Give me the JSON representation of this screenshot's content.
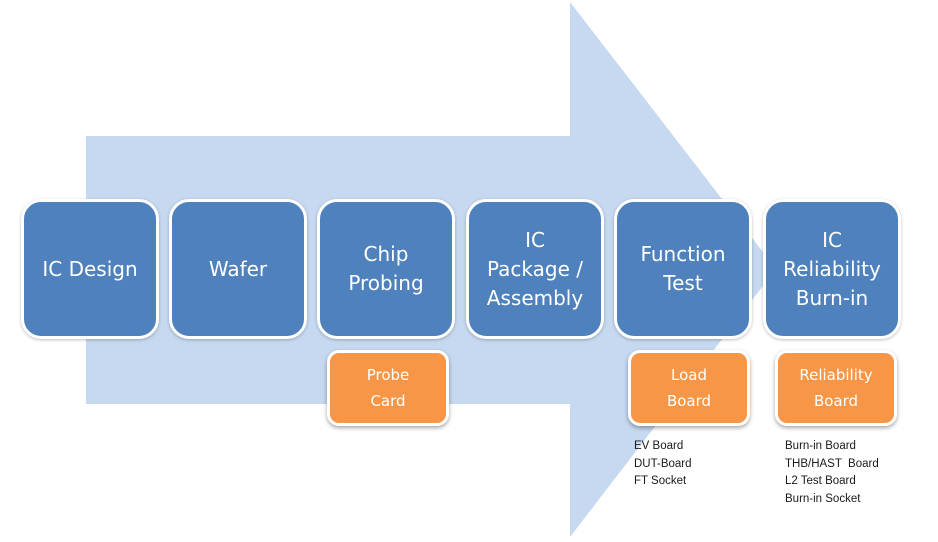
{
  "diagram": {
    "type": "process-flow",
    "colors": {
      "arrow": "#c6d9f0",
      "step": "#4f81bd",
      "tool": "#f79646",
      "text_light": "#ffffff",
      "text_dark": "#1a1a1a"
    },
    "steps": [
      {
        "label": "IC Design"
      },
      {
        "label": "Wafer"
      },
      {
        "label": "Chip\nProbing"
      },
      {
        "label": "IC\nPackage /\nAssembly"
      },
      {
        "label": "Function\nTest"
      },
      {
        "label": "IC\nReliability\nBurn-in"
      }
    ],
    "tools": [
      {
        "step": "Chip Probing",
        "label": "Probe\nCard"
      },
      {
        "step": "Function Test",
        "label": "Load\nBoard"
      },
      {
        "step": "IC Reliability Burn-in",
        "label": "Reliability\nBoard"
      }
    ],
    "lists": [
      {
        "tool": "Load Board",
        "items": [
          "EV Board",
          "DUT-Board",
          "FT Socket"
        ]
      },
      {
        "tool": "Reliability Board",
        "items": [
          "Burn-in Board",
          "THB/HAST  Board",
          "L2 Test Board",
          "Burn-in Socket"
        ]
      }
    ]
  }
}
